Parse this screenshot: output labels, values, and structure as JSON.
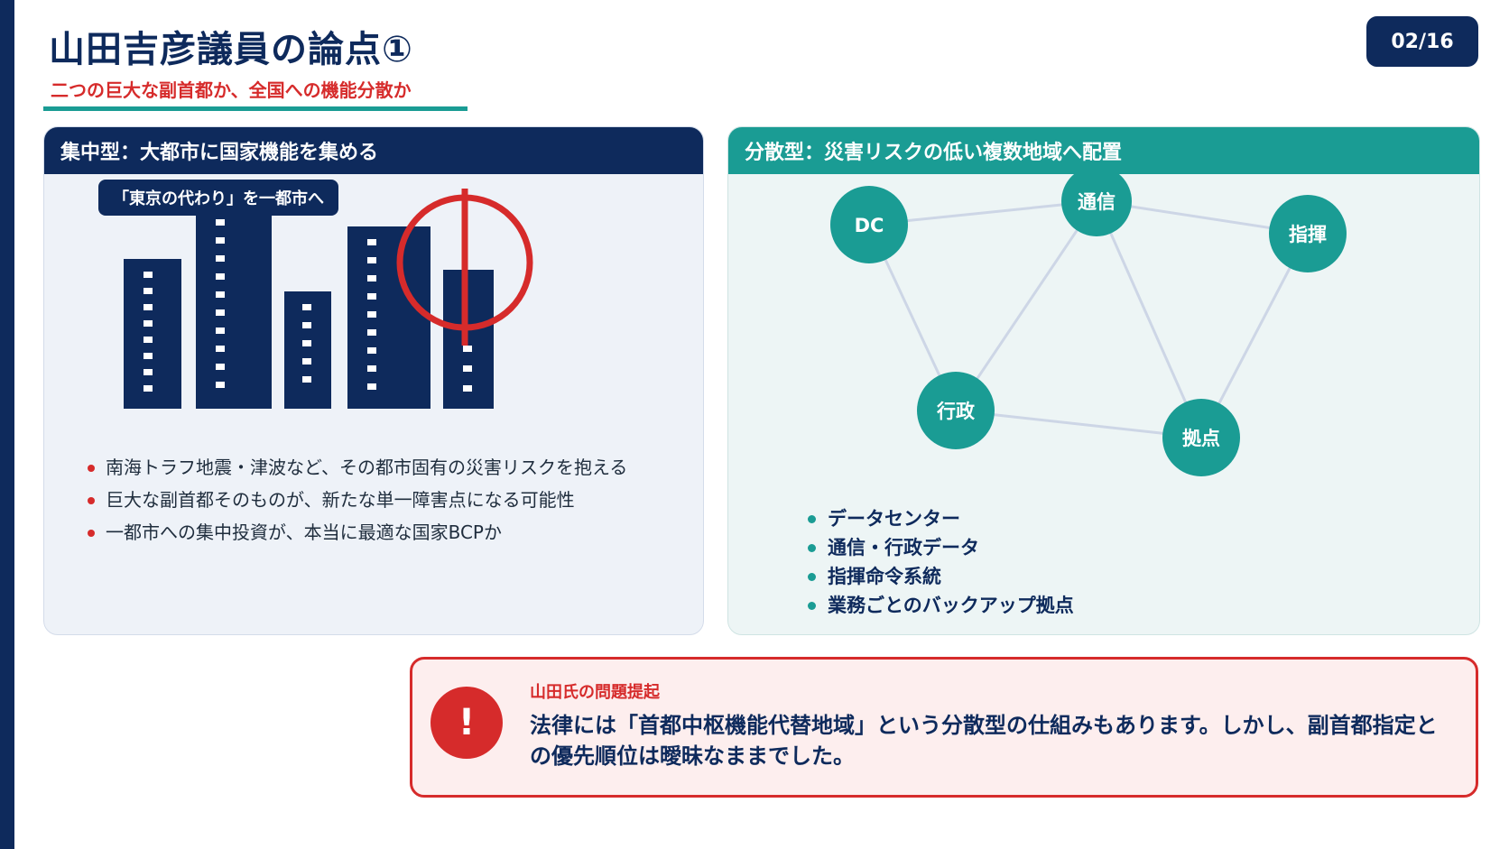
{
  "header": {
    "title": "山田吉彦議員の論点①",
    "subtitle": "二つの巨大な副首都か、全国への機能分散か",
    "page_indicator": "02/16"
  },
  "left_panel": {
    "heading": "集中型：大都市に国家機能を集める",
    "tag": "「東京の代わり」を一都市へ",
    "illustration": "city-skyline-with-target-icon",
    "bullets": [
      "南海トラフ地震・津波など、その都市固有の災害リスクを抱える",
      "巨大な副首都そのものが、新たな単一障害点になる可能性",
      "一都市への集中投資が、本当に最適な国家BCPか"
    ]
  },
  "right_panel": {
    "heading": "分散型：災害リスクの低い複数地域へ配置",
    "nodes": [
      "DC",
      "通信",
      "指揮",
      "行政",
      "拠点"
    ],
    "bullets": [
      "データセンター",
      "通信・行政データ",
      "指揮命令系統",
      "業務ごとのバックアップ拠点"
    ]
  },
  "alert": {
    "icon": "exclamation-icon",
    "label": "山田氏の問題提起",
    "text": "法律には「首都中枢機能代替地域」という分散型の仕組みもあります。しかし、副首都指定との優先順位は曖昧なままでした。"
  },
  "colors": {
    "navy": "#0e2a5c",
    "teal": "#1a9c94",
    "red": "#d62b2b"
  }
}
